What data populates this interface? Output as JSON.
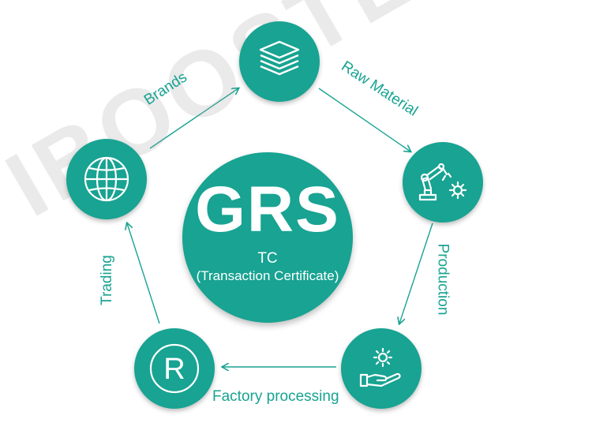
{
  "center": {
    "title": "GRS",
    "subtitle_line1": "TC",
    "subtitle_line2": "(Transaction Certificate)"
  },
  "stages": [
    {
      "label": "Brands",
      "icon": "layers-icon"
    },
    {
      "label": "Raw Material",
      "icon": "robot-arm-gear-icon"
    },
    {
      "label": "Production",
      "icon": "hand-gear-icon"
    },
    {
      "label": "Factory processing",
      "icon": "registered-icon"
    },
    {
      "label": "Trading",
      "icon": "globe-icon"
    }
  ],
  "watermark": "IBOOSTEK",
  "colors": {
    "primary": "#18a392",
    "arrow": "#18a392",
    "watermark": "#c8c8c8"
  }
}
